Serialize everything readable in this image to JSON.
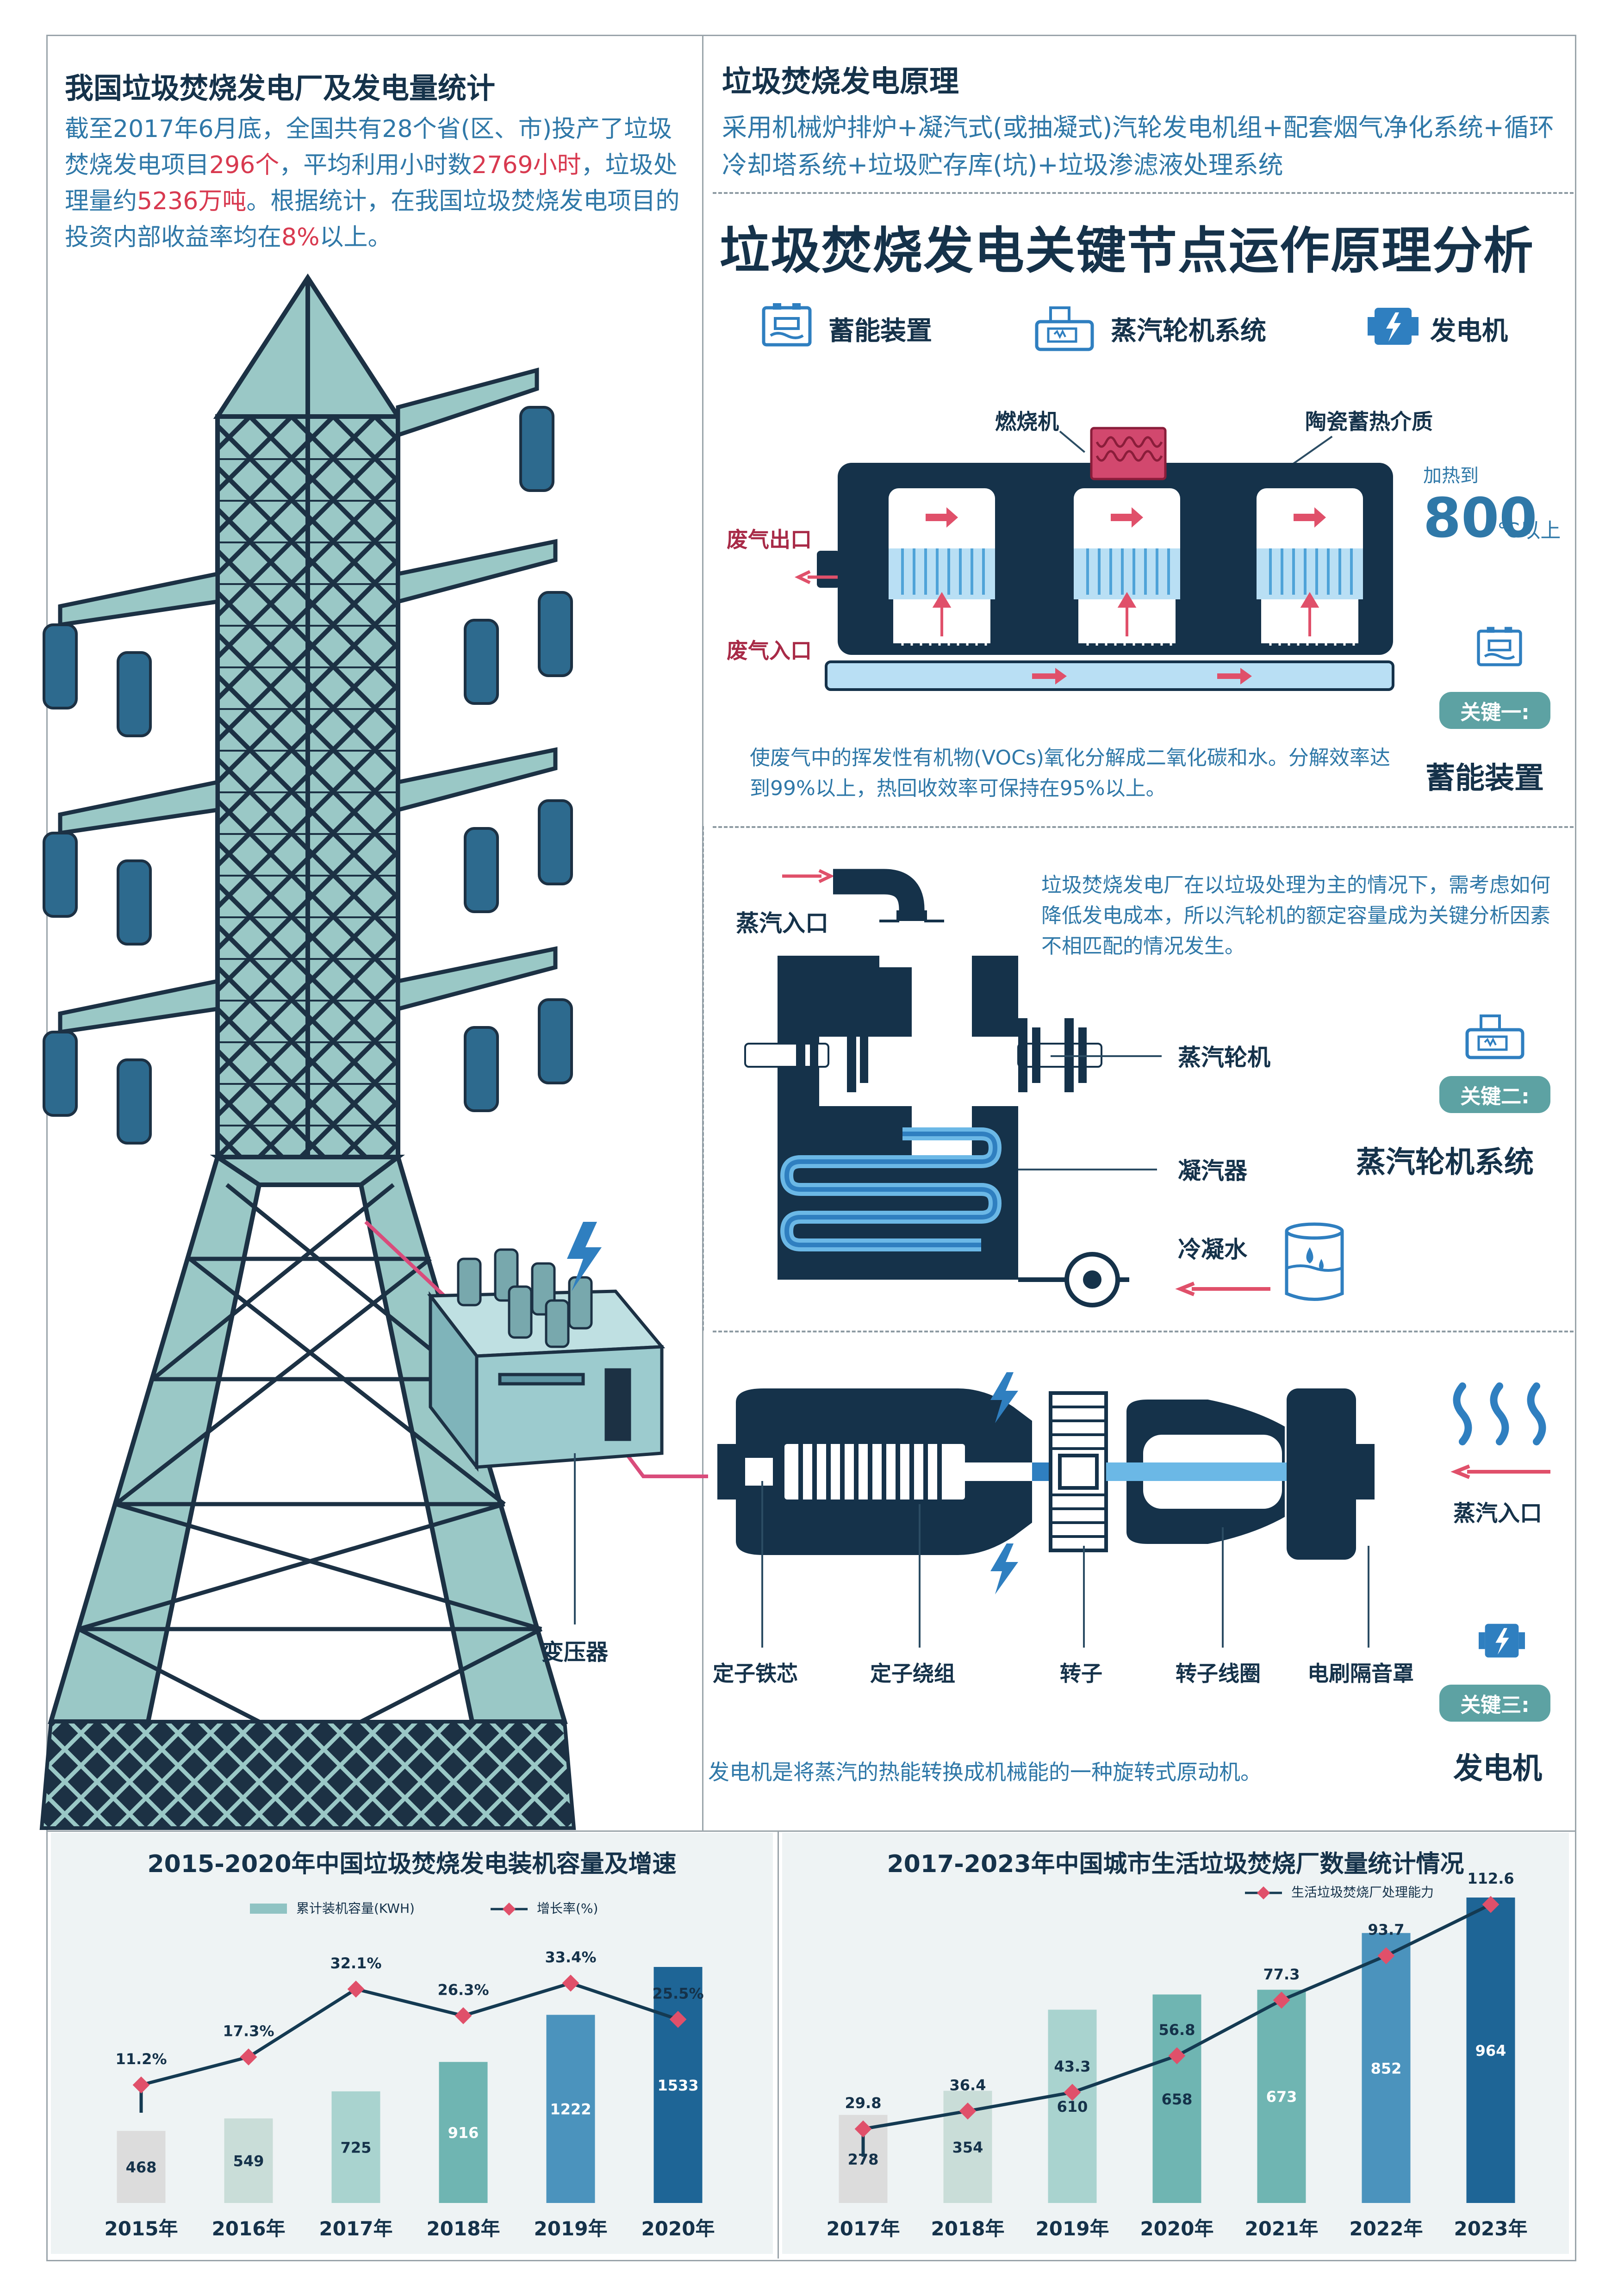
{
  "left": {
    "title": "我国垃圾焚烧发电厂及发电量统计",
    "p1": "截至2017年6月底，全国共有28个省(区、市)投产了垃圾焚烧发电项目",
    "v_projects": "296个",
    "p2": "，平均利用小时数",
    "v_hours": "2769小时",
    "p3": "，垃圾处理量约",
    "v_amount": "5236万吨",
    "p4": "。根据统计，在我国垃圾焚烧发电项目的投资内部收益率均在",
    "v_rate": "8%",
    "p5": "以上。",
    "transformer_label": "变压器"
  },
  "principle": {
    "title": "垃圾焚烧发电原理",
    "text": "采用机械炉排炉+凝汽式(或抽凝式)汽轮发电机组+配套烟气净化系统+循环冷却塔系统+垃圾贮存库(坑)+垃圾渗滤液处理系统",
    "big_title": "垃圾焚烧发电关键节点运作原理分析",
    "legend": [
      "蓄能装置",
      "蒸汽轮机系统",
      "发电机"
    ]
  },
  "key1": {
    "burner": "燃烧机",
    "ceramic": "陶瓷蓄热介质",
    "heat_prefix": "加热到",
    "heat_value": "800",
    "heat_suffix": "℃以上",
    "exhaust_out": "废气出口",
    "exhaust_in": "废气入口",
    "badge": "关键一:",
    "name": "蓄能装置",
    "desc": "使废气中的挥发性有机物(VOCs)氧化分解成二氧化碳和水。分解效率达到99%以上，热回收效率可保持在95%以上。"
  },
  "key2": {
    "steam_in": "蒸汽入口",
    "desc": "垃圾焚烧发电厂在以垃圾处理为主的情况下，需考虑如何降低发电成本，所以汽轮机的额定容量成为关键分析因素不相匹配的情况发生。",
    "turbine": "蒸汽轮机",
    "condenser": "凝汽器",
    "cold_water": "冷凝水",
    "badge": "关键二:",
    "name": "蒸汽轮机系统"
  },
  "key3": {
    "steam_in": "蒸汽入口",
    "labels": [
      "定子铁芯",
      "定子绕组",
      "转子",
      "转子线圈",
      "电刷隔音罩"
    ],
    "badge": "关键三:",
    "name": "发电机",
    "desc": "发电机是将蒸汽的热能转换成机械能的一种旋转式原动机。"
  },
  "chart_data": [
    {
      "type": "bar",
      "title": "2015-2020年中国垃圾焚烧发电装机容量及增速",
      "categories": [
        "2015年",
        "2016年",
        "2017年",
        "2018年",
        "2019年",
        "2020年"
      ],
      "series": [
        {
          "name": "累计装机容量(KWH)",
          "type": "bar",
          "values": [
            468,
            549,
            725,
            916,
            1222,
            1533
          ]
        },
        {
          "name": "增长率(%)",
          "type": "line",
          "values": [
            11.2,
            17.3,
            32.1,
            26.3,
            33.4,
            25.5
          ],
          "labels": [
            "11.2%",
            "17.3%",
            "32.1%",
            "26.3%",
            "33.4%",
            "25.5%"
          ]
        }
      ],
      "bar_colors": [
        "#dcdcdc",
        "#c9ddd8",
        "#a9d3cf",
        "#6fb5b2",
        "#4b93bd",
        "#1e6596"
      ],
      "line_color": "#143a52",
      "marker_color": "#e0506a",
      "legend_position": "top"
    },
    {
      "type": "bar",
      "title": "2017-2023年中国城市生活垃圾焚烧厂数量统计情况",
      "categories": [
        "2017年",
        "2018年",
        "2019年",
        "2020年",
        "2021年",
        "2022年",
        "2023年"
      ],
      "series": [
        {
          "type": "bar",
          "values": [
            278,
            354,
            610,
            658,
            673,
            852,
            964
          ]
        },
        {
          "name": "生活垃圾焚烧厂处理能力",
          "type": "line",
          "values": [
            29.8,
            36.4,
            43.3,
            56.8,
            77.3,
            93.7,
            112.6
          ],
          "labels": [
            "29.8",
            "36.4",
            "43.3",
            "56.8",
            "77.3",
            "93.7",
            "112.6"
          ]
        }
      ],
      "bar_colors": [
        "#dcdcdc",
        "#c9ddd8",
        "#a9d3cf",
        "#6fb5b2",
        "#6fb5b2",
        "#4b93bd",
        "#1e6596"
      ],
      "line_color": "#143a52",
      "marker_color": "#e0506a",
      "legend_position": "top-right"
    }
  ]
}
